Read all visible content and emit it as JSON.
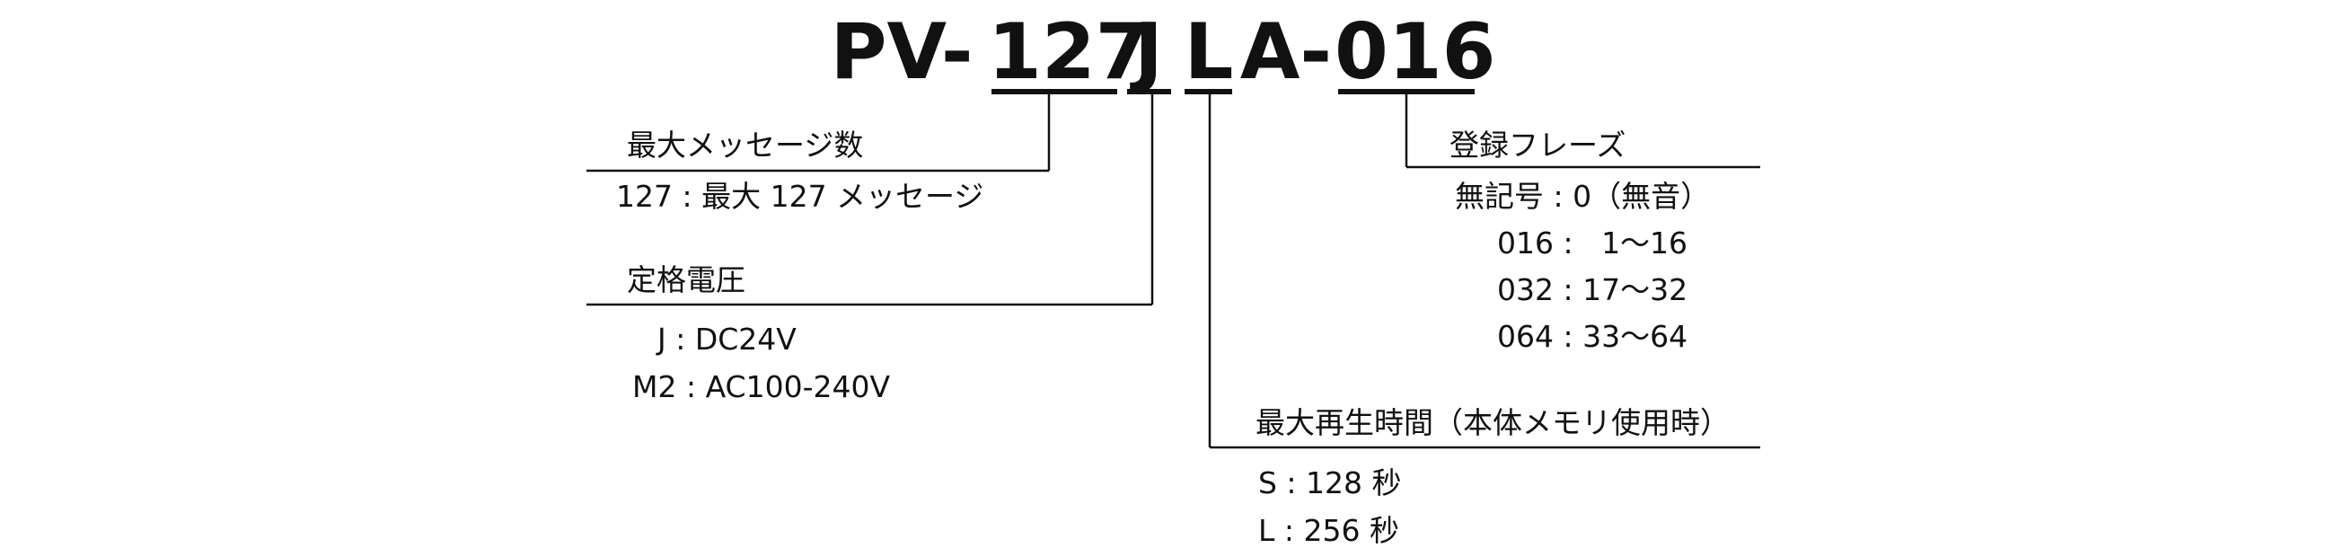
{
  "model_code": {
    "prefix": "PV-",
    "messages_code": "127",
    "voltage_code": "J",
    "time_code": "L",
    "mid": "A-",
    "phrases_code": "016"
  },
  "messages": {
    "title": "最大メッセージ数",
    "items": [
      "127 : 最大 127 メッセージ"
    ]
  },
  "voltage": {
    "title": "定格電圧",
    "items": [
      "J : DC24V",
      "M2 : AC100-240V"
    ]
  },
  "time": {
    "title": "最大再生時間（本体メモリ使用時）",
    "items": [
      "S : 128 秒",
      "L : 256 秒"
    ]
  },
  "phrases": {
    "title": "登録フレーズ",
    "items": [
      "無記号 : 0（無音）",
      "016 :   1〜16",
      "032 : 17〜32",
      "064 : 33〜64"
    ]
  }
}
